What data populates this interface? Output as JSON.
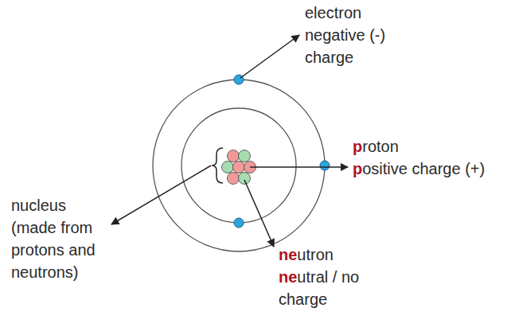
{
  "diagram": {
    "labels": [
      "electron negative (-) charge",
      "proton",
      "positive charge (+)",
      "nucleus (made from protons and neutrons)",
      "neutron",
      "neutral / no charge"
    ]
  }
}
